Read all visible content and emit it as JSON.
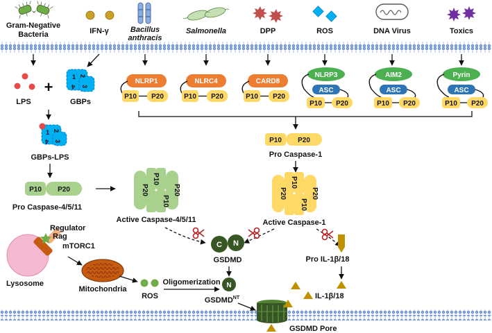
{
  "pathogens": {
    "gram_negative": "Gram-Negative",
    "gram_negative_2": "Bacteria",
    "ifn": "IFN-γ",
    "bacillus": "Bacillus",
    "bacillus_2": "anthracis",
    "salmonella": "Salmonella",
    "dpp": "DPP",
    "ros": "ROS",
    "dna_virus": "DNA Virus",
    "toxics": "Toxics"
  },
  "noncanonical": {
    "lps": "LPS",
    "plus": "+",
    "gbps": "GBPs",
    "gbp_digits": [
      "1",
      "2",
      "4",
      "3"
    ],
    "gbps_lps": "GBPs-LPS",
    "p10": "P10",
    "p20": "P20",
    "pro_caspase": "Pro Caspase-4/5/11",
    "active_caspase": "Active Caspase-4/5/11"
  },
  "inflammasomes": {
    "nlrp1": "NLRP1",
    "nlrc4": "NLRC4",
    "card8": "CARD8",
    "nlrp3": "NLRP3",
    "aim2": "AIM2",
    "pyrin": "Pyrin",
    "asc": "ASC",
    "p10": "P10",
    "p20": "P20"
  },
  "canonical": {
    "pro_caspase1": "Pro Caspase-1",
    "active_caspase1": "Active Caspase-1"
  },
  "gsdmd": {
    "c": "C",
    "n": "N",
    "label": "GSDMD",
    "nt_label": "GSDMD",
    "nt_sup": "NT",
    "pore": "GSDMD Pore",
    "pro_il": "Pro IL-1β/18",
    "il": "IL-1β/18"
  },
  "lysosome_path": {
    "regulator": "Regulator",
    "rag": "Rag",
    "mtorc1": "mTORC1",
    "lysosome": "Lysosome",
    "mitochondria": "Mitochondria",
    "ros": "ROS",
    "oligomerization": "Oligomerization"
  },
  "colors": {
    "orange": "#ED7D31",
    "yellow": "#FFD966",
    "blue": "#2E75B6",
    "green": "#4CAF50",
    "pale_green": "#A9D18E",
    "light_green": "#92D050",
    "cyan": "#00B0F0",
    "dark_green": "#375623",
    "membrane": "#4472C4",
    "gold": "#BF9000",
    "red": "#E84A4A",
    "pink": "#F4B8D0",
    "purple": "#7030A0"
  }
}
